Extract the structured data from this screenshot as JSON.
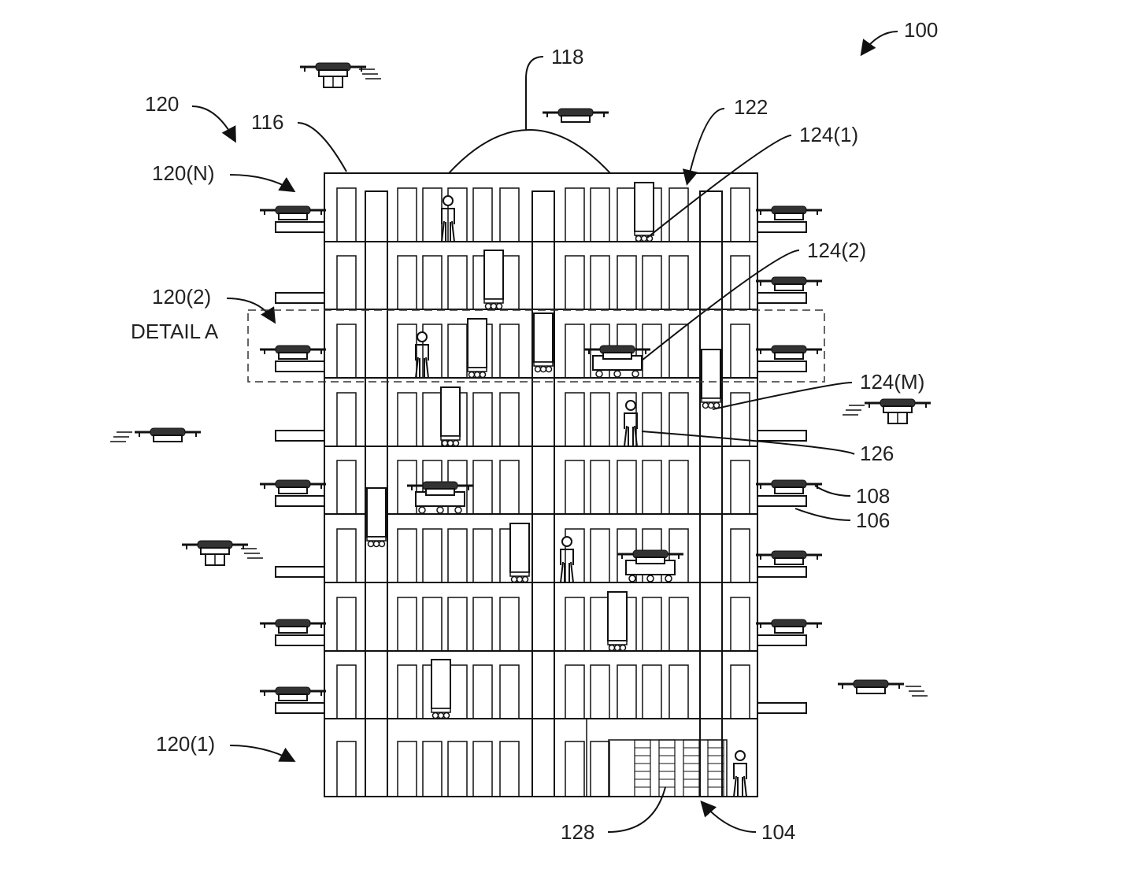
{
  "labels": {
    "fig": "100",
    "antenna": "118",
    "floors": "120",
    "roof": "116",
    "shaft": "122",
    "robot_1": "124(1)",
    "floor_n": "120(N)",
    "robot_2": "124(2)",
    "floor_2": "120(2)",
    "detail": "DETAIL A",
    "robot_m": "124(M)",
    "person": "126",
    "drone": "108",
    "platform": "106",
    "floor_1": "120(1)",
    "storage": "128",
    "ground": "104"
  },
  "colors": {
    "line": "#111111",
    "background": "#ffffff"
  }
}
